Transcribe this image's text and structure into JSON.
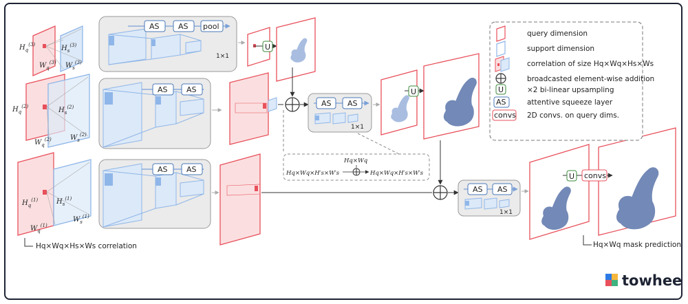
{
  "blocks": {
    "as": "AS",
    "pool": "pool",
    "upsample": "U",
    "convs": "convs",
    "one_by_one": "1×1"
  },
  "dims": {
    "hq3": "H",
    "hq3_sub": "q",
    "hq3_sup": "(3)",
    "wq3": "W",
    "wq3_sub": "q",
    "wq3_sup": "(3)",
    "hs3": "H",
    "hs3_sub": "s",
    "hs3_sup": "(3)",
    "ws3": "W",
    "ws3_sub": "s",
    "ws3_sup": "(3)",
    "hq2_sup": "(2)",
    "wq2_sup": "(2)",
    "hs2_sup": "(2)",
    "ws2_sup": "(2)",
    "hq1_sup": "(1)",
    "wq1_sup": "(1)",
    "hs1_sup": "(1)",
    "ws1_sup": "(1)"
  },
  "captions": {
    "correlation": "Hq×Wq×Hs×Ws correlation",
    "mask_prediction": "Hq×Wq mask prediction",
    "detail_top": "Hq×Wq",
    "detail_left": "Hq×Wq×H′s×W′s",
    "detail_right": "Hq×Wq×H′s×W′s"
  },
  "legend": {
    "items": [
      {
        "label": "query dimension"
      },
      {
        "label": "support dimension"
      },
      {
        "label": "correlation of size Hq×Wq×Hs×Ws"
      },
      {
        "label": "broadcasted element-wise addition"
      },
      {
        "label": "×2 bi-linear upsampling"
      },
      {
        "label": "attentive squeeze layer"
      },
      {
        "label": "2D convs. on query dims."
      }
    ]
  },
  "brand": {
    "name": "towhee"
  },
  "colors": {
    "query": "#e8505b",
    "query_fill": "#fbdfe0",
    "support": "#8fb6e8",
    "support_fill": "#dce9f8",
    "mask": "#7389b7",
    "panel": "#ebebeb",
    "arrow": "#7aa0d8",
    "dark": "#333333"
  }
}
